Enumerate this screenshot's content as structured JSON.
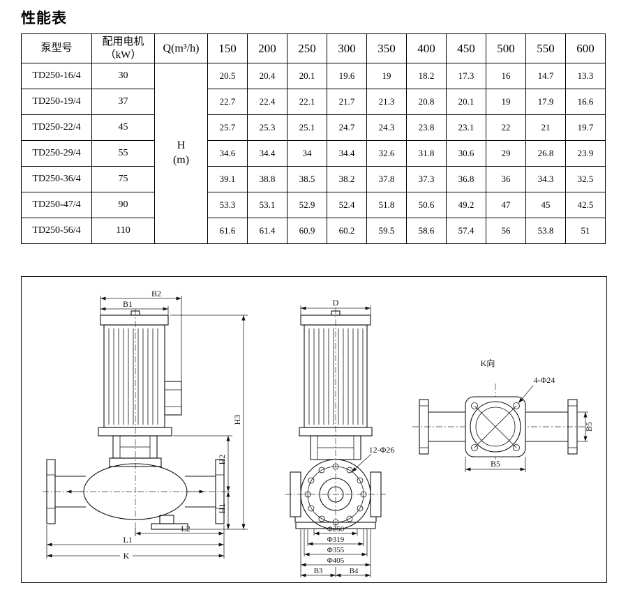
{
  "page": {
    "title": "性能表"
  },
  "table": {
    "headers": {
      "pump_model": "泵型号",
      "motor": "配用电机\n（kW）",
      "flow": "Q(m³/h)"
    },
    "flow_columns": [
      "150",
      "200",
      "250",
      "300",
      "350",
      "400",
      "450",
      "500",
      "550",
      "600"
    ],
    "head_unit": "H\n(m)",
    "rows": [
      {
        "model": "TD250-16/4",
        "power": "30",
        "values": [
          "20.5",
          "20.4",
          "20.1",
          "19.6",
          "19",
          "18.2",
          "17.3",
          "16",
          "14.7",
          "13.3"
        ]
      },
      {
        "model": "TD250-19/4",
        "power": "37",
        "values": [
          "22.7",
          "22.4",
          "22.1",
          "21.7",
          "21.3",
          "20.8",
          "20.1",
          "19",
          "17.9",
          "16.6"
        ]
      },
      {
        "model": "TD250-22/4",
        "power": "45",
        "values": [
          "25.7",
          "25.3",
          "25.1",
          "24.7",
          "24.3",
          "23.8",
          "23.1",
          "22",
          "21",
          "19.7"
        ]
      },
      {
        "model": "TD250-29/4",
        "power": "55",
        "values": [
          "34.6",
          "34.4",
          "34",
          "34.4",
          "32.6",
          "31.8",
          "30.6",
          "29",
          "26.8",
          "23.9"
        ]
      },
      {
        "model": "TD250-36/4",
        "power": "75",
        "values": [
          "39.1",
          "38.8",
          "38.5",
          "38.2",
          "37.8",
          "37.3",
          "36.8",
          "36",
          "34.3",
          "32.5"
        ]
      },
      {
        "model": "TD250-47/4",
        "power": "90",
        "values": [
          "53.3",
          "53.1",
          "52.9",
          "52.4",
          "51.8",
          "50.6",
          "49.2",
          "47",
          "45",
          "42.5"
        ]
      },
      {
        "model": "TD250-56/4",
        "power": "110",
        "values": [
          "61.6",
          "61.4",
          "60.9",
          "60.2",
          "59.5",
          "58.6",
          "57.4",
          "56",
          "53.8",
          "51"
        ]
      }
    ]
  },
  "drawing": {
    "front_view": {
      "dim_b2": "B2",
      "dim_b1": "B1",
      "dim_h3": "H3",
      "dim_h2": "H2",
      "dim_h1": "H1",
      "dim_l2": "L2",
      "dim_l1": "L1",
      "dim_k": "K"
    },
    "side_view": {
      "dim_d": "D",
      "bolt_callout": "12-Φ26",
      "dia_1": "Φ250",
      "dia_2": "Φ319",
      "dia_3": "Φ355",
      "dia_4": "Φ405",
      "dim_b3": "B3",
      "dim_b4": "B4"
    },
    "top_view": {
      "view_label": "K向",
      "hole_callout": "4-Φ24",
      "dim_b5_vertical": "B5",
      "dim_b5_horizontal": "B5"
    }
  }
}
